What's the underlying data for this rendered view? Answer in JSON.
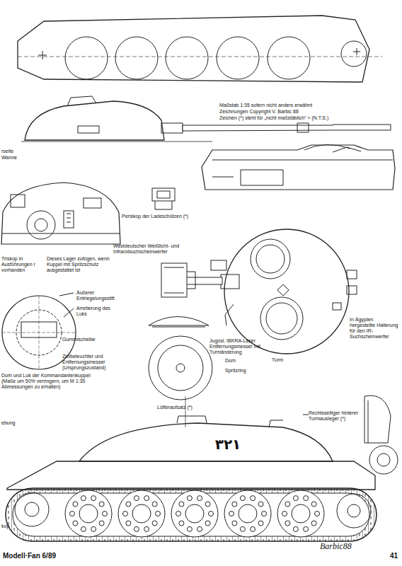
{
  "diagram": {
    "labels": [
      "Maßstab 1:35 sofern nicht anders erwähnt",
      "Zeichnungen Copyright V. Barbic 88",
      "Zeichen (*) steht für „nicht maßstäblich“ = (N.T.S.)",
      "rseite",
      "Wanne",
      "Periskop der Ladeschützen (*)",
      "Triskop in Ausführungen r vorhanden",
      "Dieses Lager zufügen, wenn Kuppel mit Spritzschutz ausgestattet ist",
      "Westdeutscher Weißlicht- und Infrarotsuchscheinwerfer",
      "Äußerer Entriegelungsstift",
      "Arretierung des Luks",
      "Gummischeibe",
      "Zielbeleuchter und Entfernungsmesser (Ursprungszustand)",
      "Dom und Luk der Kommandantenkuppel (Maße um 50% verringern, um M 1:35 Abmessungen zu erhalten)",
      "Jugosl. IBKRA-Laser Entfernungsmesser mit Turmänderung",
      "Dom",
      "Spritzring",
      "Turm",
      "In Ägypten hergestellte Halterung für den IR-Suchscheinwerfer",
      "Lüfteraufsatz (*)",
      "Rechtsseitiger hinterer Turmausleger (*)",
      "٣٢١",
      "ebung",
      "kop",
      "Barbic88",
      "Modell·Fan 6/89",
      "41"
    ]
  }
}
